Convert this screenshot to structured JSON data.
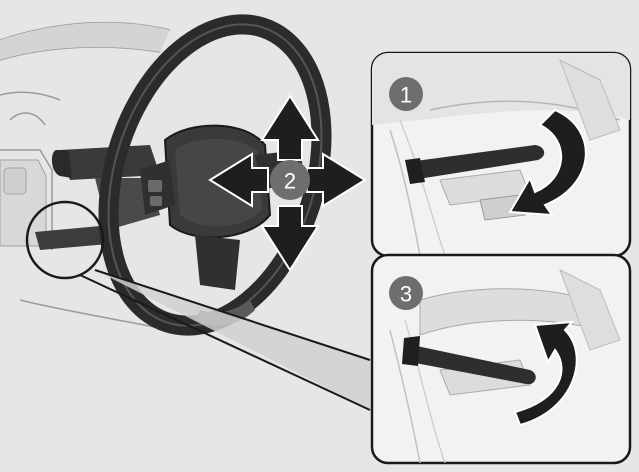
{
  "steps": [
    {
      "number": "1",
      "motion": "lever-down"
    },
    {
      "number": "2",
      "motion": "wheel-adjust-up-down-in-out"
    },
    {
      "number": "3",
      "motion": "lever-up"
    }
  ],
  "colors": {
    "background": "#e6e6e6",
    "outline": "#1a1a1a",
    "wheel": "#2b2b2b",
    "arrow": "#1e1e1e",
    "badge": "#6e6e6e",
    "badge_text": "#ffffff",
    "panel_fill": "#f2f2f2"
  }
}
